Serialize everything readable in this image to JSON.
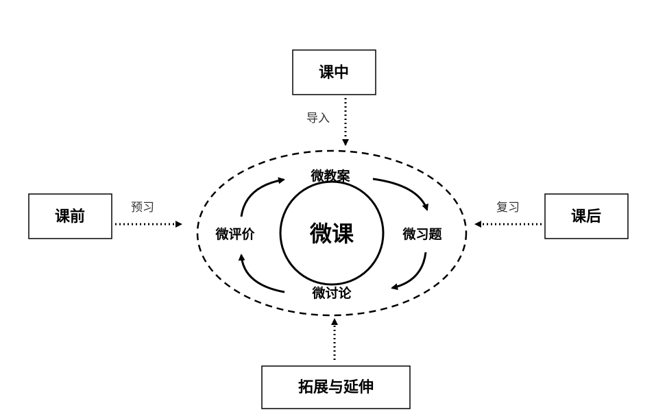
{
  "center": {
    "label": "微课"
  },
  "cycle": {
    "top": "微教案",
    "right": "微习题",
    "bottom": "微讨论",
    "left": "微评价"
  },
  "stages": {
    "top": "课中",
    "left": "课前",
    "right": "课后",
    "bottom": "拓展与延伸"
  },
  "edges": {
    "top": "导入",
    "left": "预习",
    "right": "复习"
  },
  "colors": {
    "stroke": "#000000",
    "edge_text": "#333333",
    "background": "#ffffff"
  }
}
